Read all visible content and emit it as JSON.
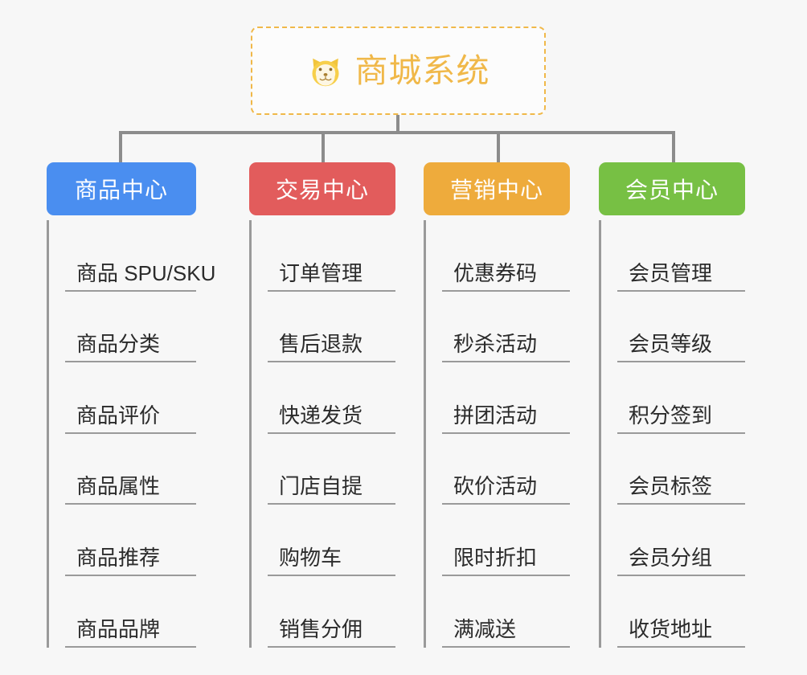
{
  "page": {
    "background_color": "#f7f7f7",
    "line_color": "#8c8c8c"
  },
  "root": {
    "icon": "shiba-dog-face-emoji",
    "title": "商城系统",
    "text_color": "#f0b849",
    "border_color": "#f0b849",
    "background_color": "#fcfcfc"
  },
  "columns": [
    {
      "title": "商品中心",
      "color": "#4a8ef0",
      "items": [
        "商品 SPU/SKU",
        "商品分类",
        "商品评价",
        "商品属性",
        "商品推荐",
        "商品品牌"
      ]
    },
    {
      "title": "交易中心",
      "color": "#e25c5c",
      "items": [
        "订单管理",
        "售后退款",
        "快递发货",
        "门店自提",
        "购物车",
        "销售分佣"
      ]
    },
    {
      "title": "营销中心",
      "color": "#eeab3c",
      "items": [
        "优惠券码",
        "秒杀活动",
        "拼团活动",
        "砍价活动",
        "限时折扣",
        "满减送"
      ]
    },
    {
      "title": "会员中心",
      "color": "#77c044",
      "items": [
        "会员管理",
        "会员等级",
        "积分签到",
        "会员标签",
        "会员分组",
        "收货地址"
      ]
    }
  ]
}
